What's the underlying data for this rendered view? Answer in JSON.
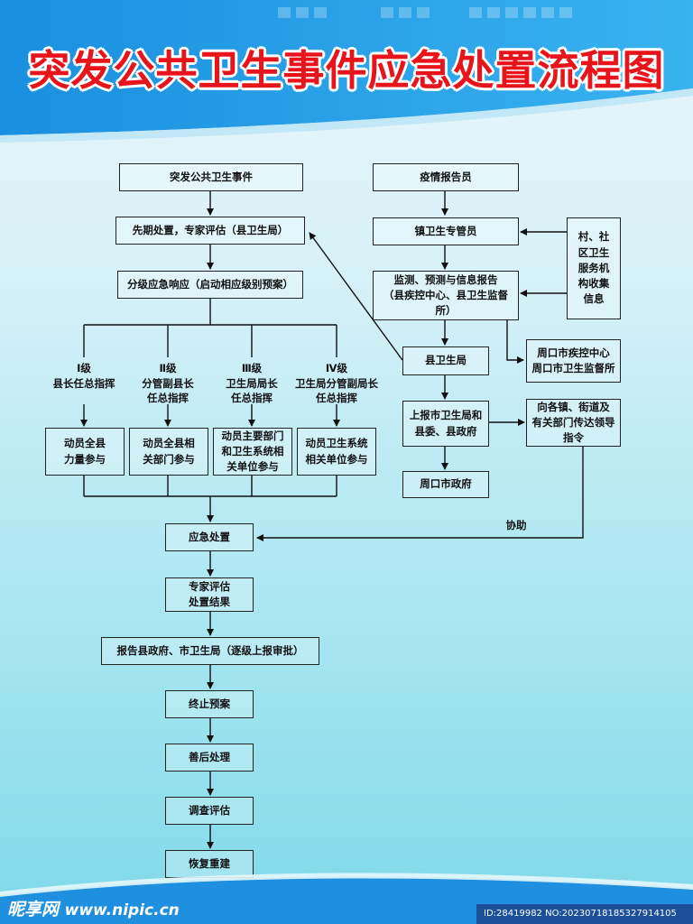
{
  "title": "突发公共卫生事件应急处置流程图",
  "left": {
    "event": "突发公共卫生事件",
    "initial": "先期处置，专家评估（县卫生局）",
    "graded": "分级应急响应（启动相应级别预案）",
    "levels": [
      {
        "level": "Ⅰ级\n县长任总指挥",
        "mobilize": "动员全县\n力量参与"
      },
      {
        "level": "Ⅱ级\n分管副县长\n任总指挥",
        "mobilize": "动员全县相\n关部门参与"
      },
      {
        "level": "Ⅲ级\n卫生局局长\n任总指挥",
        "mobilize": "动员主要部门\n和卫生系统相\n关单位参与"
      },
      {
        "level": "Ⅳ级\n卫生局分管副局长\n任总指挥",
        "mobilize": "动员卫生系统\n相关单位参与"
      }
    ],
    "response": "应急处置",
    "expert_result": "专家评估\n处置结果",
    "report_gov": "报告县政府、市卫生局（逐级上报审批）",
    "terminate": "终止预案",
    "aftermath": "善后处理",
    "investigate": "调查评估",
    "rebuild": "恢复重建"
  },
  "right": {
    "reporter": "疫情报告员",
    "town_admin": "镇卫生专管员",
    "monitor": "监测、预测与信息报告\n（县疾控中心、县卫生监督所）",
    "county_bureau": "县卫生局",
    "report_up": "上报市卫生局和\n县委、县政府",
    "city_gov": "周口市政府",
    "village": "村、社\n区卫生\n服务机\n构收集\n信息",
    "city_cdc": "周口市疾控中心\n周口市卫生监督所",
    "notify": "向各镇、街道及\n有关部门传达领导\n指令",
    "assist": "协助"
  },
  "footer": {
    "logo": "昵享网",
    "url": "www.nipic.cn",
    "id_text": "ID:28419982 NO:20230718185327914105"
  },
  "colors": {
    "title": "#e8141b",
    "header_blue": "#1a7fd0",
    "line": "#111111"
  }
}
